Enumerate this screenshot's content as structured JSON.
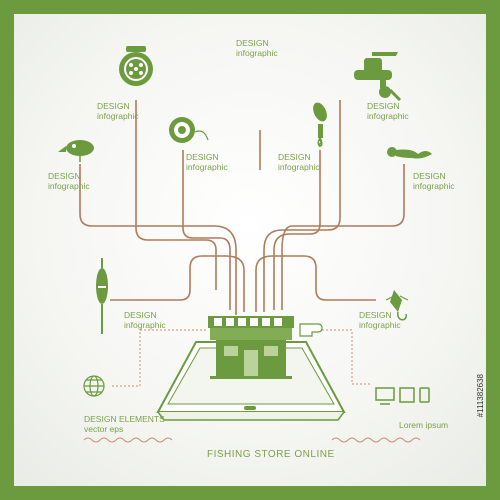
{
  "colors": {
    "green": "#6b9a3f",
    "light_green": "#7aa14a",
    "pipe": "#b07b5a",
    "dash": "#c98f6c"
  },
  "header": {
    "line1": "DESIGN",
    "line2": "infographic"
  },
  "labels": [
    {
      "id": "reel-fly",
      "line1": "DESIGN",
      "line2": "infographic"
    },
    {
      "id": "reel-spinning",
      "line1": "DESIGN",
      "line2": "infographic"
    },
    {
      "id": "lure",
      "line1": "DESIGN",
      "line2": "infographic"
    },
    {
      "id": "spinner",
      "line1": "DESIGN",
      "line2": "infographic"
    },
    {
      "id": "line-spool",
      "line1": "DESIGN",
      "line2": "infographic"
    },
    {
      "id": "worm",
      "line1": "DESIGN",
      "line2": "infographic"
    },
    {
      "id": "float",
      "line1": "DESIGN",
      "line2": "infographic"
    },
    {
      "id": "fly",
      "line1": "DESIGN",
      "line2": "infographic"
    }
  ],
  "elements": {
    "line1": "DESIGN ELEMENTS",
    "line2": "vector eps"
  },
  "devices": {
    "text": "Lorem ipsum"
  },
  "footer": {
    "title": "FISHING STORE ONLINE"
  },
  "stock_id": "#111382638",
  "icons": [
    "fly-reel-icon",
    "spinning-reel-icon",
    "crankbait-icon",
    "spinner-lure-icon",
    "line-spool-icon",
    "soft-worm-icon",
    "float-icon",
    "fly-hook-icon",
    "store-icon",
    "tablet-icon",
    "hand-pointer-icon",
    "globe-icon",
    "devices-icon"
  ]
}
